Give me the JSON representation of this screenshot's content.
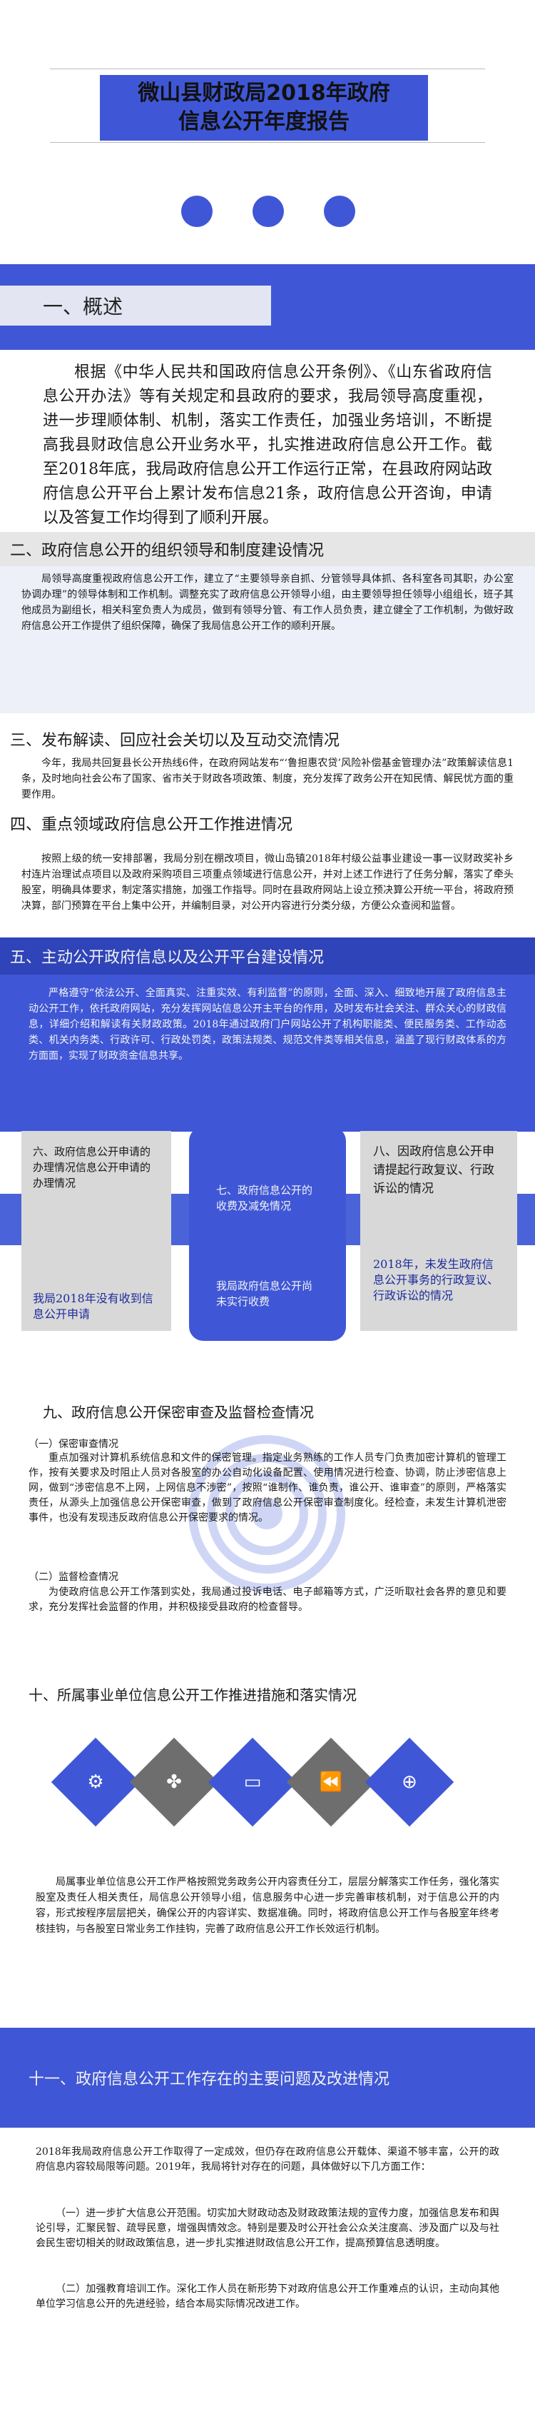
{
  "header": {
    "title_line1": "微山县财政局2018年政府",
    "title_line2": "信息公开年度报告"
  },
  "colors": {
    "accent": "#3f57d6",
    "bar_dark": "#2f44b8",
    "gray": "#6e6e6e"
  },
  "sec1": {
    "title": "一、概述",
    "body": "根据《中华人民共和国政府信息公开条例》、《山东省政府信息公开办法》等有关规定和县政府的要求，我局领导高度重视，进一步理顺体制、机制，落实工作责任，加强业务培训，不断提高我县财政信息公开业务水平，扎实推进政府信息公开工作。截至2018年底，我局政府信息公开工作运行正常，在县政府网站政府信息公开平台上累计发布信息21条，政府信息公开咨询，申请以及答复工作均得到了顺利开展。"
  },
  "sec2": {
    "title": "二、政府信息公开的组织领导和制度建设情况",
    "body": "局领导高度重视政府信息公开工作，建立了“主要领导亲自抓、分管领导具体抓、各科室各司其职，办公室协调办理”的领导体制和工作机制。调整充实了政府信息公开领导小组，由主要领导担任领导小组组长，班子其他成员为副组长，相关科室负责人为成员，做到有领导分管、有工作人员负责，建立健全了工作机制，为做好政府信息公开工作提供了组织保障，确保了我局信息公开工作的顺利开展。"
  },
  "sec3": {
    "title": "三、发布解读、回应社会关切以及互动交流情况",
    "body": "今年，我局共回复县长公开热线6件，在政府网站发布“‘鲁担惠农贷’风险补偿基金管理办法”政策解读信息1条，及时地向社会公布了国家、省市关于财政各项政策、制度，充分发挥了政务公开在知民情、解民忧方面的重要作用。"
  },
  "sec4": {
    "title": "四、重点领域政府信息公开工作推进情况",
    "body": "按照上级的统一安排部署，我局分别在棚改项目，微山岛镇2018年村级公益事业建设一事一议财政奖补乡村连片治理试点项目以及政府采购项目三项重点领域进行信息公开，并对上述工作进行了任务分解，落实了牵头股室，明确具体要求，制定落实措施，加强工作指导。同时在县政府网站上设立预决算公开统一平台，将政府预决算，部门预算在平台上集中公开，并编制目录，对公开内容进行分类分级，方便公众查阅和监督。"
  },
  "sec5": {
    "title": "五、主动公开政府信息以及公开平台建设情况",
    "body": "严格遵守“依法公开、全面真实、注重实效、有利监督”的原则，全面、深入、细致地开展了政府信息主动公开工作，依托政府网站，充分发挥网站信息公开主平台的作用，及时发布社会关注、群众关心的财政信息，详细介绍和解读有关财政政策。2018年通过政府门户网站公开了机构职能类、便民服务类、工作动态类、机关内务类、行政许可、行政处罚类，政策法规类、规范文件类等相关信息，涵盖了现行财政体系的方方面面，实现了财政资金信息共享。"
  },
  "cards": {
    "six_title": "六、政府信息公开申请的办理情况信息公开申请的办理情况",
    "six_note": "我局2018年没有收到信息公开申请",
    "seven_title": "七、政府信息公开的收费及减免情况",
    "seven_note": "我局政府信息公开尚未实行收费",
    "eight_title": "八、因政府信息公开申请提起行政复议、行政诉讼的情况",
    "eight_note": "2018年，未发生政府信息公开事务的行政复议、行政诉讼的情况"
  },
  "sec9": {
    "title": "九、政府信息公开保密审查及监督检查情况",
    "sub1": "（一）保密审查情况",
    "body1": "重点加强对计算机系统信息和文件的保密管理。指定业务熟练的工作人员专门负责加密计算机的管理工作，按有关要求及时阻止人员对各股室的办公自动化设备配置、使用情况进行检查、协调，防止涉密信息上网，做到“涉密信息不上网，上网信息不涉密”，按照“谁制作、谁负责，谁公开、谁审查”的原则，严格落实责任，从源头上加强信息公开保密审查，做到了政府信息公开保密审查制度化。经检查，未发生计算机泄密事件，也没有发现违反政府信息公开保密要求的情况。",
    "sub2": "（二）监督检查情况",
    "body2": "为使政府信息公开工作落到实处，我局通过投诉电话、电子邮箱等方式，广泛听取社会各界的意见和要求，充分发挥社会监督的作用，并积极接受县政府的检查督导。"
  },
  "sec10": {
    "title": "十、所属事业单位信息公开工作推进措施和落实情况",
    "icons": [
      "gear-icon",
      "clover-icon",
      "monitor-icon",
      "rewind-icon",
      "globe-icon"
    ],
    "body": "局属事业单位信息公开工作严格按照党务政务公开内容责任分工，层层分解落实工作任务，强化落实股室及责任人相关责任，局信息公开领导小组，信息服务中心进一步完善审核机制，对于信息公开的内容，形式按程序层层把关，确保公开的内容详实、数据准确。同时，将政府信息公开工作与各股室年终考核挂钩，与各股室日常业务工作挂钩，完善了政府信息公开工作长效运行机制。"
  },
  "sec11": {
    "title": "十一、政府信息公开工作存在的主要问题及改进情况",
    "p1": "2018年我局政府信息公开工作取得了一定成效，但仍存在政府信息公开载体、渠道不够丰富，公开的政府信息内容较局限等问题。2019年，我局将针对存在的问题，具体做好以下几方面工作：",
    "p2": "（一）进一步扩大信息公开范围。切实加大财政动态及财政政策法规的宣传力度，加强信息发布和舆论引导，汇聚民智、疏导民意，增强舆情效念。特别是要及时公开社会公众关注度高、涉及面广以及与社会民生密切相关的财政政策信息，进一步扎实推进财政信息公开工作，提高预算信息透明度。",
    "p3": "（二）加强教育培训工作。深化工作人员在新形势下对政府信息公开工作重难点的认识，主动向其他单位学习信息公开的先进经验，结合本局实际情况改进工作。"
  }
}
